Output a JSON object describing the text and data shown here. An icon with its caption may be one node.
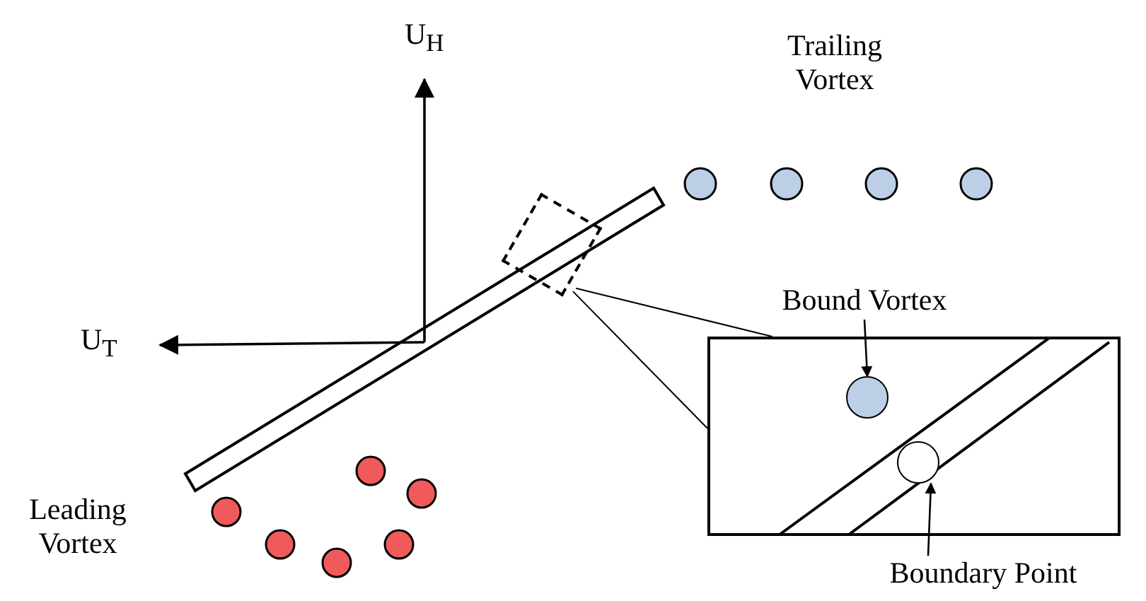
{
  "diagram": {
    "nodes": [
      {
        "text": [],
        "shape": "box"
      },
      {
        "text": [],
        "shape": "box"
      },
      {
        "text": [
          "Bound Vortex"
        ]
      },
      {
        "text": [],
        "shape": "circle",
        "in": 1
      },
      {
        "text": [
          "Boundary Point"
        ]
      },
      {
        "text": [],
        "shape": "circle",
        "in": 1
      }
    ],
    "edges": [
      {
        "from": 0,
        "to": 1,
        "arrow": "none"
      },
      {
        "from": 0,
        "to": 1,
        "arrow": "none"
      },
      {
        "from": 2,
        "to": 3,
        "arrow": "to"
      },
      {
        "from": 4,
        "to": 5,
        "arrow": "to"
      }
    ],
    "labels": [
      "U$_{H}$",
      "Trailing Vortex",
      "U$_{T}$",
      "Leading Vortex"
    ]
  }
}
